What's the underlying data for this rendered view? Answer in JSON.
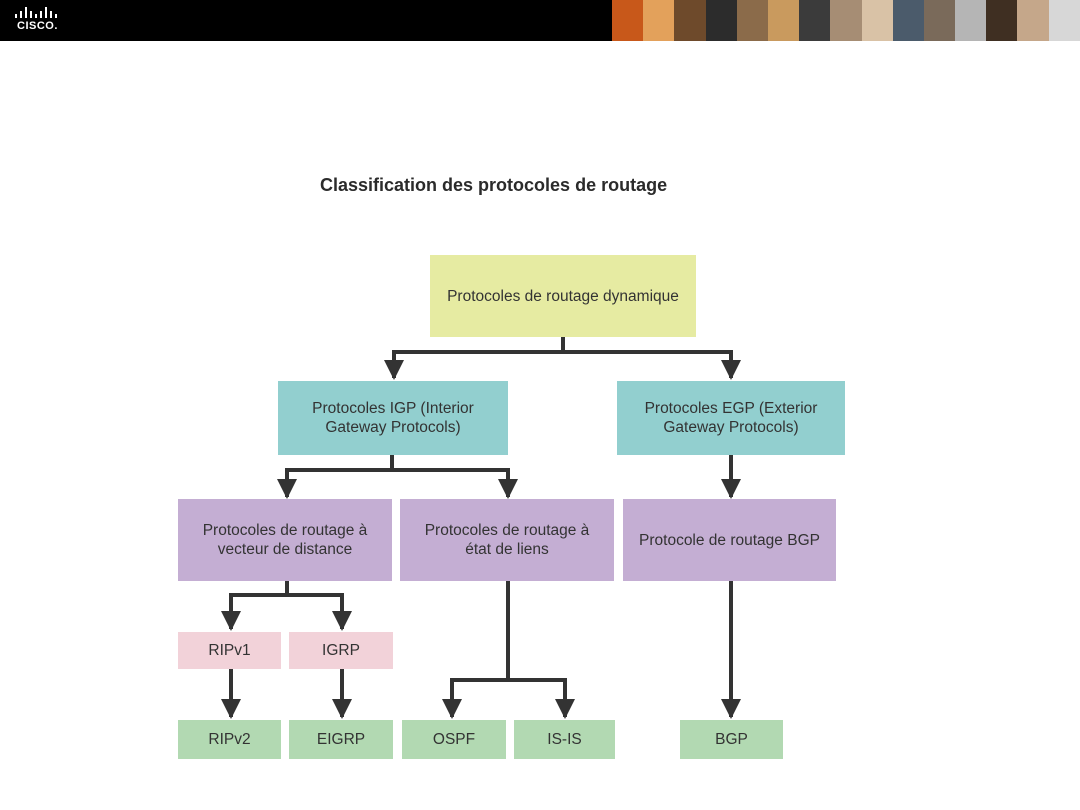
{
  "header": {
    "logo_text": "CISCO.",
    "photo_strip_colors": [
      "#c8581a",
      "#e3a15b",
      "#6e4a2b",
      "#2c2c2c",
      "#8b6b4a",
      "#c99a5e",
      "#3b3b3b",
      "#a68d74",
      "#d9c2a6",
      "#4b5b6b",
      "#7a6a5a",
      "#b5b5b5",
      "#3f2f22",
      "#c5a78a",
      "#d7d7d7"
    ]
  },
  "diagram": {
    "title": "Classification des protocoles de routage",
    "root": "Protocoles de routage dynamique",
    "igp": "Protocoles IGP (Interior Gateway Protocols)",
    "egp": "Protocoles EGP (Exterior Gateway Protocols)",
    "distance_vector": "Protocoles de routage à vecteur de distance",
    "link_state": "Protocoles de routage à état de liens",
    "bgp_protocol": "Protocole de routage BGP",
    "ripv1": "RIPv1",
    "igrp": "IGRP",
    "ripv2": "RIPv2",
    "eigrp": "EIGRP",
    "ospf": "OSPF",
    "isis": "IS-IS",
    "bgp": "BGP"
  },
  "colors": {
    "root": "#e6eba2",
    "teal": "#92cfcf",
    "purple": "#c4aed3",
    "pink": "#f2d2d9",
    "green": "#b2d9b2",
    "connector": "#333333"
  }
}
